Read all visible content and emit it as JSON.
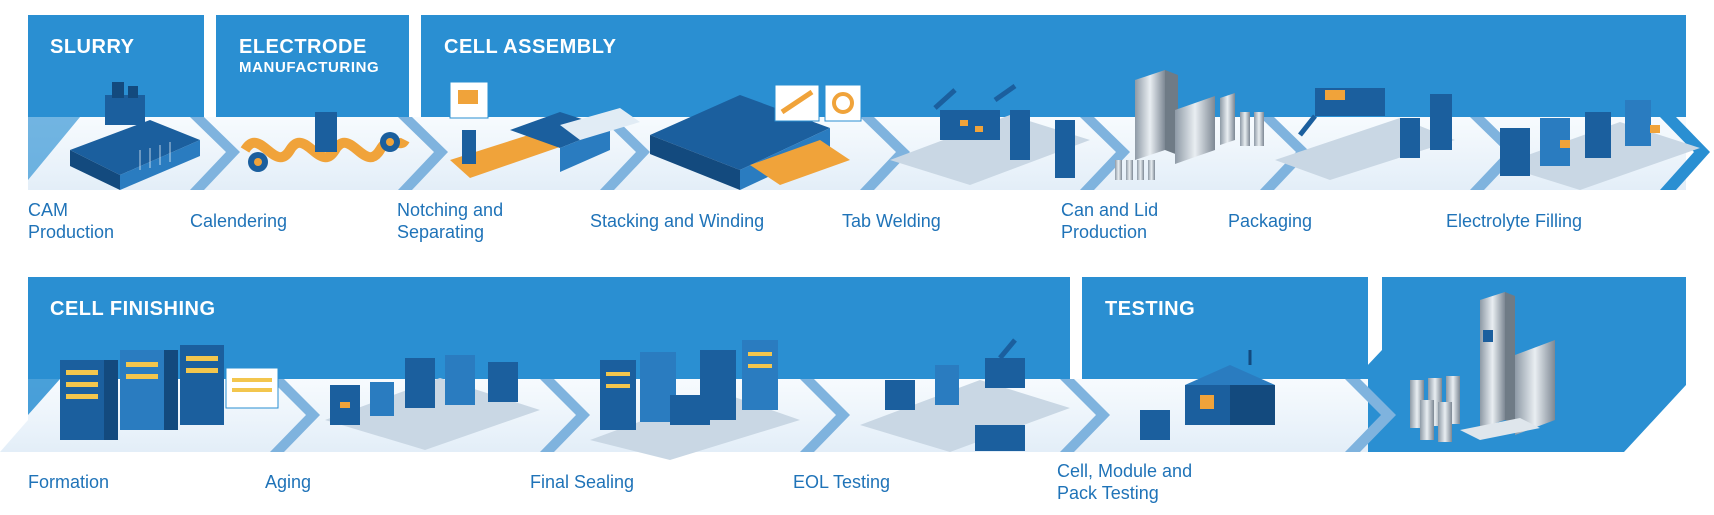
{
  "colors": {
    "brand_blue": "#2a8fd2",
    "label_blue": "#1f73b8",
    "floor_light": "#eaf3fb",
    "chevron_blue": "#7fb3de"
  },
  "panels": {
    "slurry": {
      "title": "SLURRY"
    },
    "electrode": {
      "title": "ELECTRODE",
      "subtitle": "MANUFACTURING"
    },
    "cell_assembly": {
      "title": "CELL ASSEMBLY"
    },
    "cell_finishing": {
      "title": "CELL FINISHING"
    },
    "testing": {
      "title": "TESTING"
    }
  },
  "steps_row1": [
    {
      "label": "CAM\nProduction",
      "icon": "mixer-machine-icon"
    },
    {
      "label": "Calendering",
      "icon": "roller-machine-icon"
    },
    {
      "label": "Notching and\nSeparating",
      "icon": "notching-machine-icon"
    },
    {
      "label": "Stacking and Winding",
      "icon": "stacking-machine-icon"
    },
    {
      "label": "Tab Welding",
      "icon": "welding-robot-icon"
    },
    {
      "label": "Can and Lid\nProduction",
      "icon": "can-lid-icon"
    },
    {
      "label": "Packaging",
      "icon": "packaging-robot-icon"
    },
    {
      "label": "Electrolyte Filling",
      "icon": "filling-machine-icon"
    }
  ],
  "steps_row2": [
    {
      "label": "Formation",
      "icon": "formation-racks-icon"
    },
    {
      "label": "Aging",
      "icon": "aging-line-icon"
    },
    {
      "label": "Final Sealing",
      "icon": "sealing-line-icon"
    },
    {
      "label": "EOL Testing",
      "icon": "eol-testing-icon"
    },
    {
      "label": "Cell, Module and\nPack Testing",
      "icon": "test-chamber-icon"
    }
  ],
  "result": {
    "icon": "battery-cells-icon"
  }
}
